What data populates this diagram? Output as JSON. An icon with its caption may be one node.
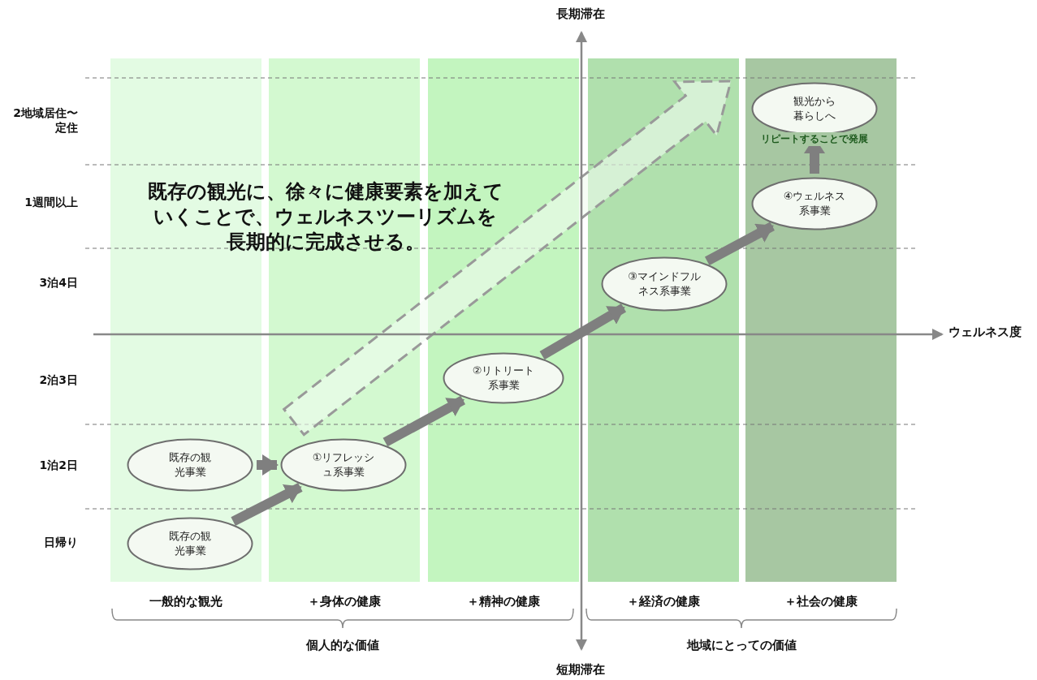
{
  "diagram": {
    "nodes": [
      {
        "text": [
          "既存の観光事業"
        ]
      },
      {
        "text": [
          "既存の観光事業"
        ]
      },
      {
        "text": [
          "①リフレッシュ系事業"
        ]
      },
      {
        "text": [
          "②リトリート系事業"
        ]
      },
      {
        "text": [
          "③マインドフルネス系事業"
        ]
      },
      {
        "text": [
          "④ウェルネス系事業"
        ]
      },
      {
        "text": [
          "観光から暮らしへ"
        ]
      }
    ],
    "edges": [
      {
        "from": 0,
        "to": 2,
        "arrow": "to"
      },
      {
        "from": 1,
        "to": 2,
        "arrow": "to"
      },
      {
        "from": 2,
        "to": 3,
        "arrow": "to"
      },
      {
        "from": 3,
        "to": 4,
        "arrow": "to"
      },
      {
        "from": 4,
        "to": 5,
        "arrow": "to"
      },
      {
        "from": 5,
        "to": 6,
        "arrow": "to",
        "label": "リピートすることで発展"
      }
    ],
    "labels": [
      "長期滞在",
      "2地域居住〜定住",
      "1週間以上",
      "既存の観光に、徐々に健康要素を加えていくことで、ウェルネスツーリズムを長期的に完成させる。",
      "3泊4日",
      "ウェルネス度",
      "2泊3日",
      "1泊2日",
      "日帰り",
      "一般的な観光",
      "＋身体の健康",
      "＋精神の健康",
      "＋経済の健康",
      "＋社会の健康",
      "個人的な価値",
      "地域にとっての価値",
      "短期滞在"
    ]
  }
}
